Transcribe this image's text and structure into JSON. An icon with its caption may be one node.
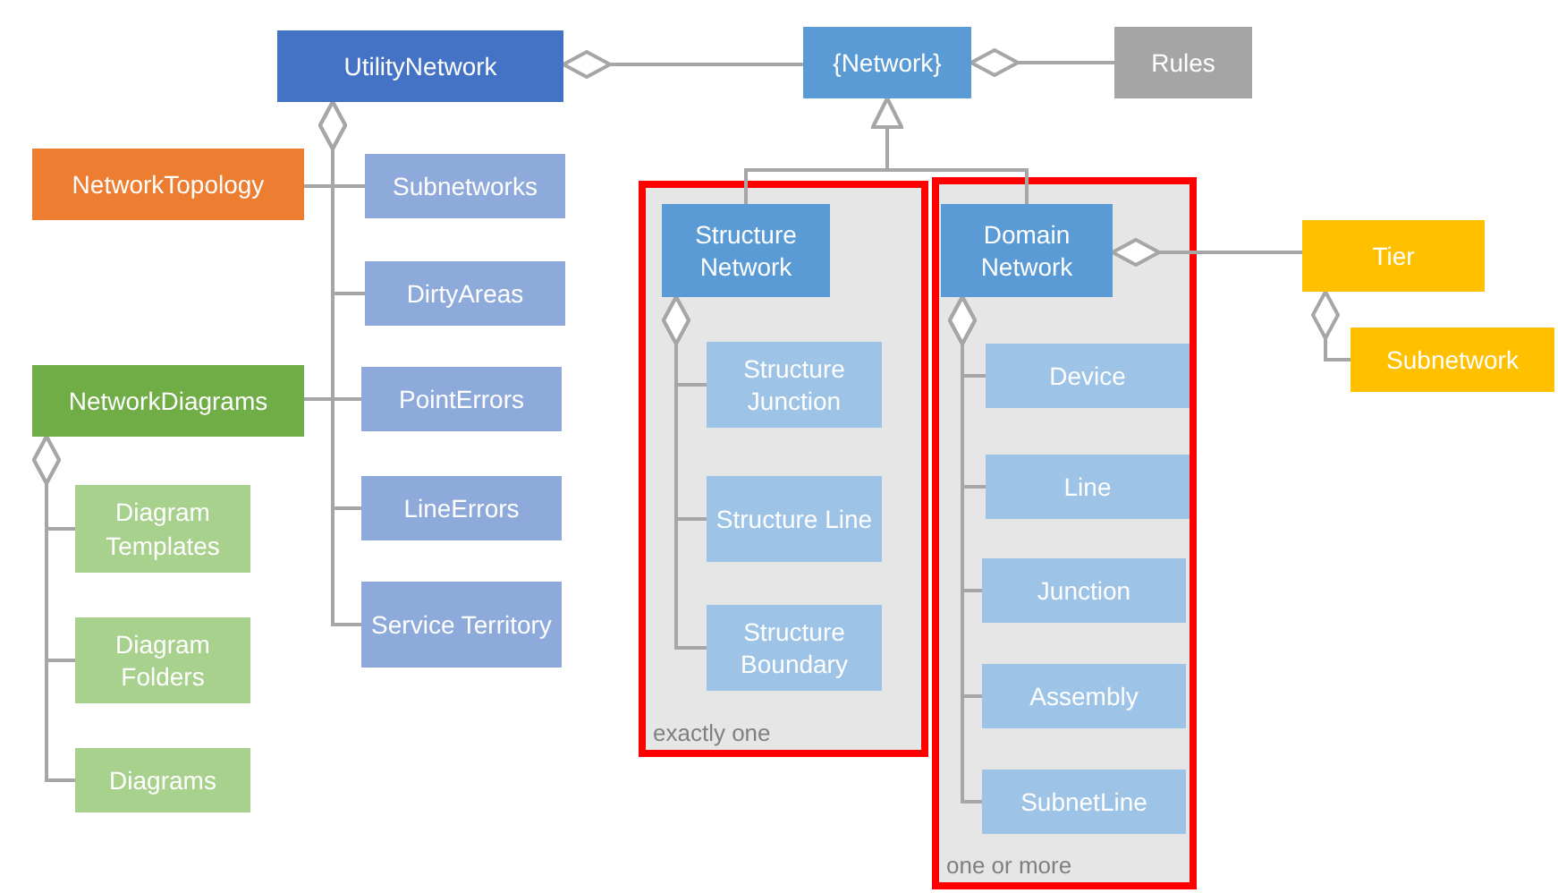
{
  "diagram": {
    "nodes": [
      {
        "text": [
          "UtilityNetwork"
        ]
      },
      {
        "text": [
          "{Network}"
        ]
      },
      {
        "text": [
          "Rules"
        ]
      },
      {
        "text": [
          "NetworkTopology"
        ]
      },
      {
        "text": [
          "Subnetworks"
        ]
      },
      {
        "text": [
          "DirtyAreas"
        ]
      },
      {
        "text": [
          "NetworkDiagrams"
        ]
      },
      {
        "text": [
          "PointErrors"
        ]
      },
      {
        "text": [
          "LineErrors"
        ]
      },
      {
        "text": [
          "Service Territory"
        ]
      },
      {
        "text": [
          "Diagram Templates"
        ]
      },
      {
        "text": [
          "Diagram Folders"
        ]
      },
      {
        "text": [
          "Diagrams"
        ]
      },
      {
        "text": [
          "exactly one"
        ]
      },
      {
        "text": [
          "Structure Network"
        ],
        "in": 13
      },
      {
        "text": [
          "Structure Junction"
        ],
        "in": 13
      },
      {
        "text": [
          "Structure Line"
        ],
        "in": 13
      },
      {
        "text": [
          "Structure Boundary"
        ],
        "in": 13
      },
      {
        "text": [
          "one or more"
        ]
      },
      {
        "text": [
          "Domain Network"
        ],
        "in": 18
      },
      {
        "text": [
          "Device"
        ],
        "in": 18
      },
      {
        "text": [
          "Line"
        ],
        "in": 18
      },
      {
        "text": [
          "Junction"
        ],
        "in": 18
      },
      {
        "text": [
          "Assembly"
        ],
        "in": 18
      },
      {
        "text": [
          "SubnetLine"
        ],
        "in": 18
      },
      {
        "text": [
          "Tier"
        ]
      },
      {
        "text": [
          "Subnetwork"
        ]
      }
    ],
    "edges": [
      {
        "from": 0,
        "to": 1,
        "arrow": "other"
      },
      {
        "from": 1,
        "to": 2,
        "arrow": "other"
      },
      {
        "from": 0,
        "to": 4,
        "arrow": "other"
      },
      {
        "from": 0,
        "to": 5,
        "arrow": "other"
      },
      {
        "from": 0,
        "to": 7,
        "arrow": "other"
      },
      {
        "from": 0,
        "to": 8,
        "arrow": "other"
      },
      {
        "from": 0,
        "to": 9,
        "arrow": "other"
      },
      {
        "from": 3,
        "to": 4,
        "arrow": "none"
      },
      {
        "from": 6,
        "to": 7,
        "arrow": "none"
      },
      {
        "from": 6,
        "to": 10,
        "arrow": "other"
      },
      {
        "from": 6,
        "to": 11,
        "arrow": "other"
      },
      {
        "from": 6,
        "to": 12,
        "arrow": "other"
      },
      {
        "from": 14,
        "to": 1,
        "arrow": "to"
      },
      {
        "from": 19,
        "to": 1,
        "arrow": "to"
      },
      {
        "from": 14,
        "to": 15,
        "arrow": "other"
      },
      {
        "from": 14,
        "to": 16,
        "arrow": "other"
      },
      {
        "from": 14,
        "to": 17,
        "arrow": "other"
      },
      {
        "from": 19,
        "to": 20,
        "arrow": "other"
      },
      {
        "from": 19,
        "to": 21,
        "arrow": "other"
      },
      {
        "from": 19,
        "to": 22,
        "arrow": "other"
      },
      {
        "from": 19,
        "to": 23,
        "arrow": "other"
      },
      {
        "from": 19,
        "to": 24,
        "arrow": "other"
      },
      {
        "from": 19,
        "to": 25,
        "arrow": "other"
      },
      {
        "from": 25,
        "to": 26,
        "arrow": "other"
      }
    ]
  }
}
